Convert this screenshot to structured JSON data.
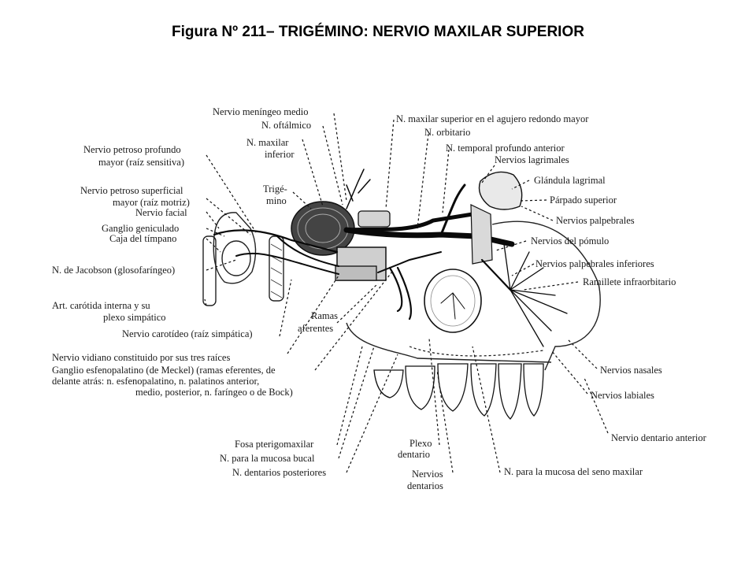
{
  "title": "Figura Nº 211– TRIGÉMINO: NERVIO MAXILAR SUPERIOR",
  "labels": {
    "meningeo": "Nervio meníngeo medio",
    "oftalmico": "N. oftálmico",
    "maxilar_inf_1": "N. maxilar",
    "maxilar_inf_2": "inferior",
    "petroso_prof_1": "Nervio petroso profundo",
    "petroso_prof_2": "mayor (raíz sensitiva)",
    "petroso_sup_1": "Nervio petroso superficial",
    "petroso_sup_2": "mayor (raíz motriz)",
    "trigemino_1": "Trigé-",
    "trigemino_2": "mino",
    "facial": "Nervio facial",
    "geniculado": "Ganglio geniculado",
    "timpano": "Caja del tímpano",
    "jacobson": "N. de Jacobson (glosofaríngeo)",
    "carotida_1": "Art. carótida interna y su",
    "carotida_2": "plexo simpático",
    "carotideo": "Nervio carotídeo (raíz simpática)",
    "ramas_1": "Ramas",
    "ramas_2": "aferentes",
    "vidiano": "Nervio vidiano constituido por sus tres raíces",
    "meckel_1": "Ganglio esfenopalatino (de Meckel) (ramas eferentes, de",
    "meckel_2": "delante atrás: n. esfenopalatino, n. palatinos anterior,",
    "meckel_3": "medio, posterior, n. faríngeo o de Bock)",
    "fosa": "Fosa pterigomaxilar",
    "mucosa_bucal": "N. para la mucosa bucal",
    "dentarios_post": "N. dentarios posteriores",
    "plexo_1": "Plexo",
    "plexo_2": "dentario",
    "nervios_dent_1": "Nervios",
    "nervios_dent_2": "dentarios",
    "seno": "N. para la mucosa del seno maxilar",
    "agujero": "N. maxilar superior en el agujero redondo mayor",
    "orbitario": "N. orbitario",
    "temporal": "N. temporal profundo anterior",
    "lagrimales": "Nervios lagrimales",
    "glandula": "Glándula lagrimal",
    "parpado": "Párpado superior",
    "palpebrales": "Nervios palpebrales",
    "pomulo": "Nervios del pómulo",
    "palp_inf": "Nervios palpebrales inferiores",
    "ramillete": "Ramillete infraorbitario",
    "nasales": "Nervios nasales",
    "labiales": "Nervios labiales",
    "dent_ant": "Nervio dentario anterior"
  }
}
